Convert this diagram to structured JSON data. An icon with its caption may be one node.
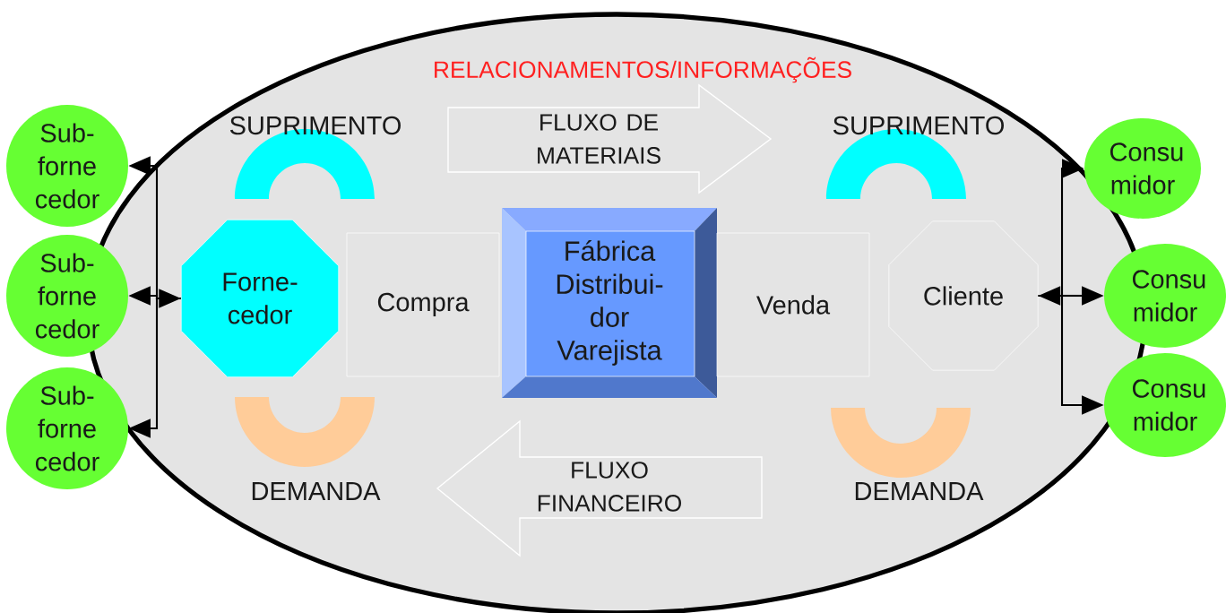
{
  "diagram": {
    "nodes": [
      {
        "text": [
          "RELACIONAMENTOS/INFORMAÇÕES"
        ]
      },
      {
        "text": [
          "Sub- forne cedor"
        ]
      },
      {
        "text": [
          "Sub- forne cedor"
        ]
      },
      {
        "text": [
          "Sub- forne cedor"
        ]
      },
      {
        "text": [
          "Forne- cedor"
        ],
        "in": 0
      },
      {
        "text": [
          "Compra"
        ],
        "in": 0
      },
      {
        "text": [
          "Fábrica Distribui- dor Varejista"
        ],
        "in": 0
      },
      {
        "text": [
          "Venda"
        ],
        "in": 0
      },
      {
        "text": [
          "Cliente"
        ],
        "in": 0
      },
      {
        "text": [
          "Consu midor"
        ]
      },
      {
        "text": [
          "Consu midor"
        ]
      },
      {
        "text": [
          "Consu midor"
        ]
      },
      {
        "text": [
          "FLUXO DE MATERIAIS"
        ],
        "in": 0
      },
      {
        "text": [
          "FLUXO FINANCEIRO"
        ],
        "in": 0
      },
      {
        "text": [
          "SUPRIMENTO"
        ],
        "in": 0
      },
      {
        "text": [
          "SUPRIMENTO"
        ],
        "in": 0
      },
      {
        "text": [
          "DEMANDA"
        ],
        "in": 0
      },
      {
        "text": [
          "DEMANDA"
        ],
        "in": 0
      }
    ],
    "edges": [
      {
        "from": 4,
        "to": 1,
        "arrow": "to"
      },
      {
        "from": 4,
        "to": 2,
        "arrow": "both"
      },
      {
        "from": 4,
        "to": 3,
        "arrow": "to"
      },
      {
        "from": 8,
        "to": 9,
        "arrow": "to"
      },
      {
        "from": 8,
        "to": 10,
        "arrow": "both"
      },
      {
        "from": 8,
        "to": 11,
        "arrow": "to"
      }
    ]
  }
}
